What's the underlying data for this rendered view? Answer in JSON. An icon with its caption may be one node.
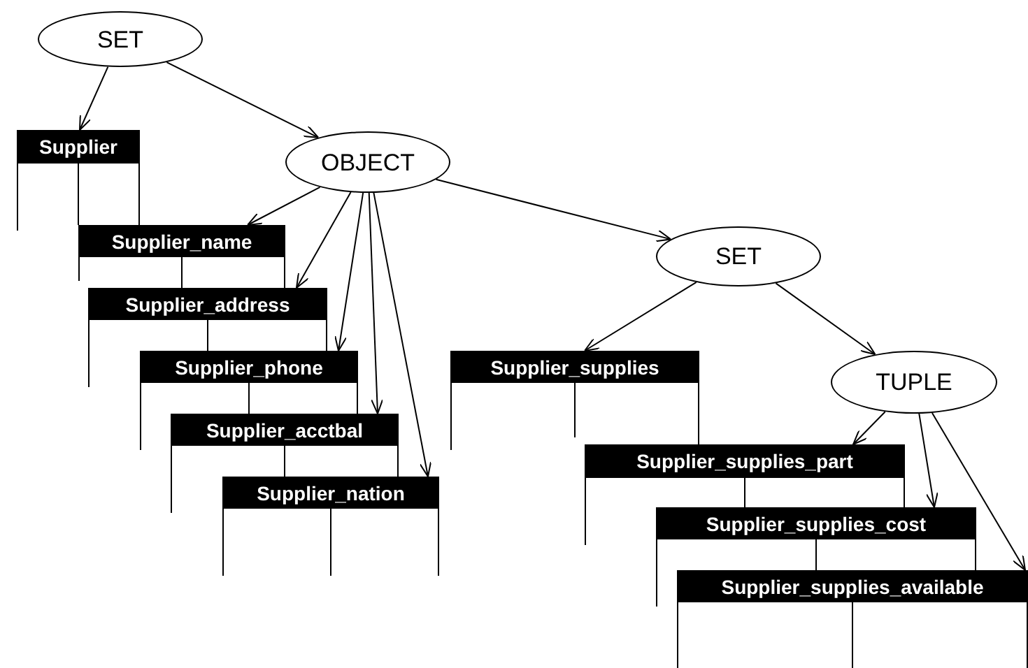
{
  "diagram": {
    "nodes": [
      {
        "text": [
          "SET"
        ]
      },
      {
        "text": [
          "Supplier"
        ]
      },
      {
        "text": [
          "OBJECT"
        ]
      },
      {
        "text": [
          "Supplier_name"
        ]
      },
      {
        "text": [
          "Supplier_address"
        ]
      },
      {
        "text": [
          "Supplier_phone"
        ]
      },
      {
        "text": [
          "Supplier_acctbal"
        ]
      },
      {
        "text": [
          "Supplier_nation"
        ]
      },
      {
        "text": [
          "SET"
        ]
      },
      {
        "text": [
          "Supplier_supplies"
        ]
      },
      {
        "text": [
          "TUPLE"
        ]
      },
      {
        "text": [
          "Supplier_supplies_part"
        ]
      },
      {
        "text": [
          "Supplier_supplies_cost"
        ]
      },
      {
        "text": [
          "Supplier_supplies_available"
        ]
      }
    ],
    "edges": [
      {
        "from": 0,
        "to": 1,
        "arrow": "to"
      },
      {
        "from": 0,
        "to": 2,
        "arrow": "to"
      },
      {
        "from": 2,
        "to": 3,
        "arrow": "to"
      },
      {
        "from": 2,
        "to": 4,
        "arrow": "to"
      },
      {
        "from": 2,
        "to": 5,
        "arrow": "to"
      },
      {
        "from": 2,
        "to": 6,
        "arrow": "to"
      },
      {
        "from": 2,
        "to": 7,
        "arrow": "to"
      },
      {
        "from": 2,
        "to": 8,
        "arrow": "to"
      },
      {
        "from": 8,
        "to": 9,
        "arrow": "to"
      },
      {
        "from": 8,
        "to": 10,
        "arrow": "to"
      },
      {
        "from": 10,
        "to": 11,
        "arrow": "to"
      },
      {
        "from": 10,
        "to": 12,
        "arrow": "to"
      },
      {
        "from": 10,
        "to": 13,
        "arrow": "to"
      },
      {
        "from": 1,
        "to": 3,
        "arrow": "none"
      },
      {
        "from": 1,
        "to": 3,
        "arrow": "none"
      },
      {
        "from": 3,
        "to": 4,
        "arrow": "none"
      },
      {
        "from": 3,
        "to": 4,
        "arrow": "none"
      },
      {
        "from": 4,
        "to": 5,
        "arrow": "none"
      },
      {
        "from": 4,
        "to": 5,
        "arrow": "none"
      },
      {
        "from": 5,
        "to": 6,
        "arrow": "none"
      },
      {
        "from": 5,
        "to": 6,
        "arrow": "none"
      },
      {
        "from": 6,
        "to": 7,
        "arrow": "none"
      },
      {
        "from": 6,
        "to": 7,
        "arrow": "none"
      },
      {
        "from": 9,
        "to": 11,
        "arrow": "none"
      },
      {
        "from": 11,
        "to": 12,
        "arrow": "none"
      },
      {
        "from": 11,
        "to": 12,
        "arrow": "none"
      },
      {
        "from": 12,
        "to": 13,
        "arrow": "none"
      },
      {
        "from": 12,
        "to": 13,
        "arrow": "none"
      }
    ]
  }
}
